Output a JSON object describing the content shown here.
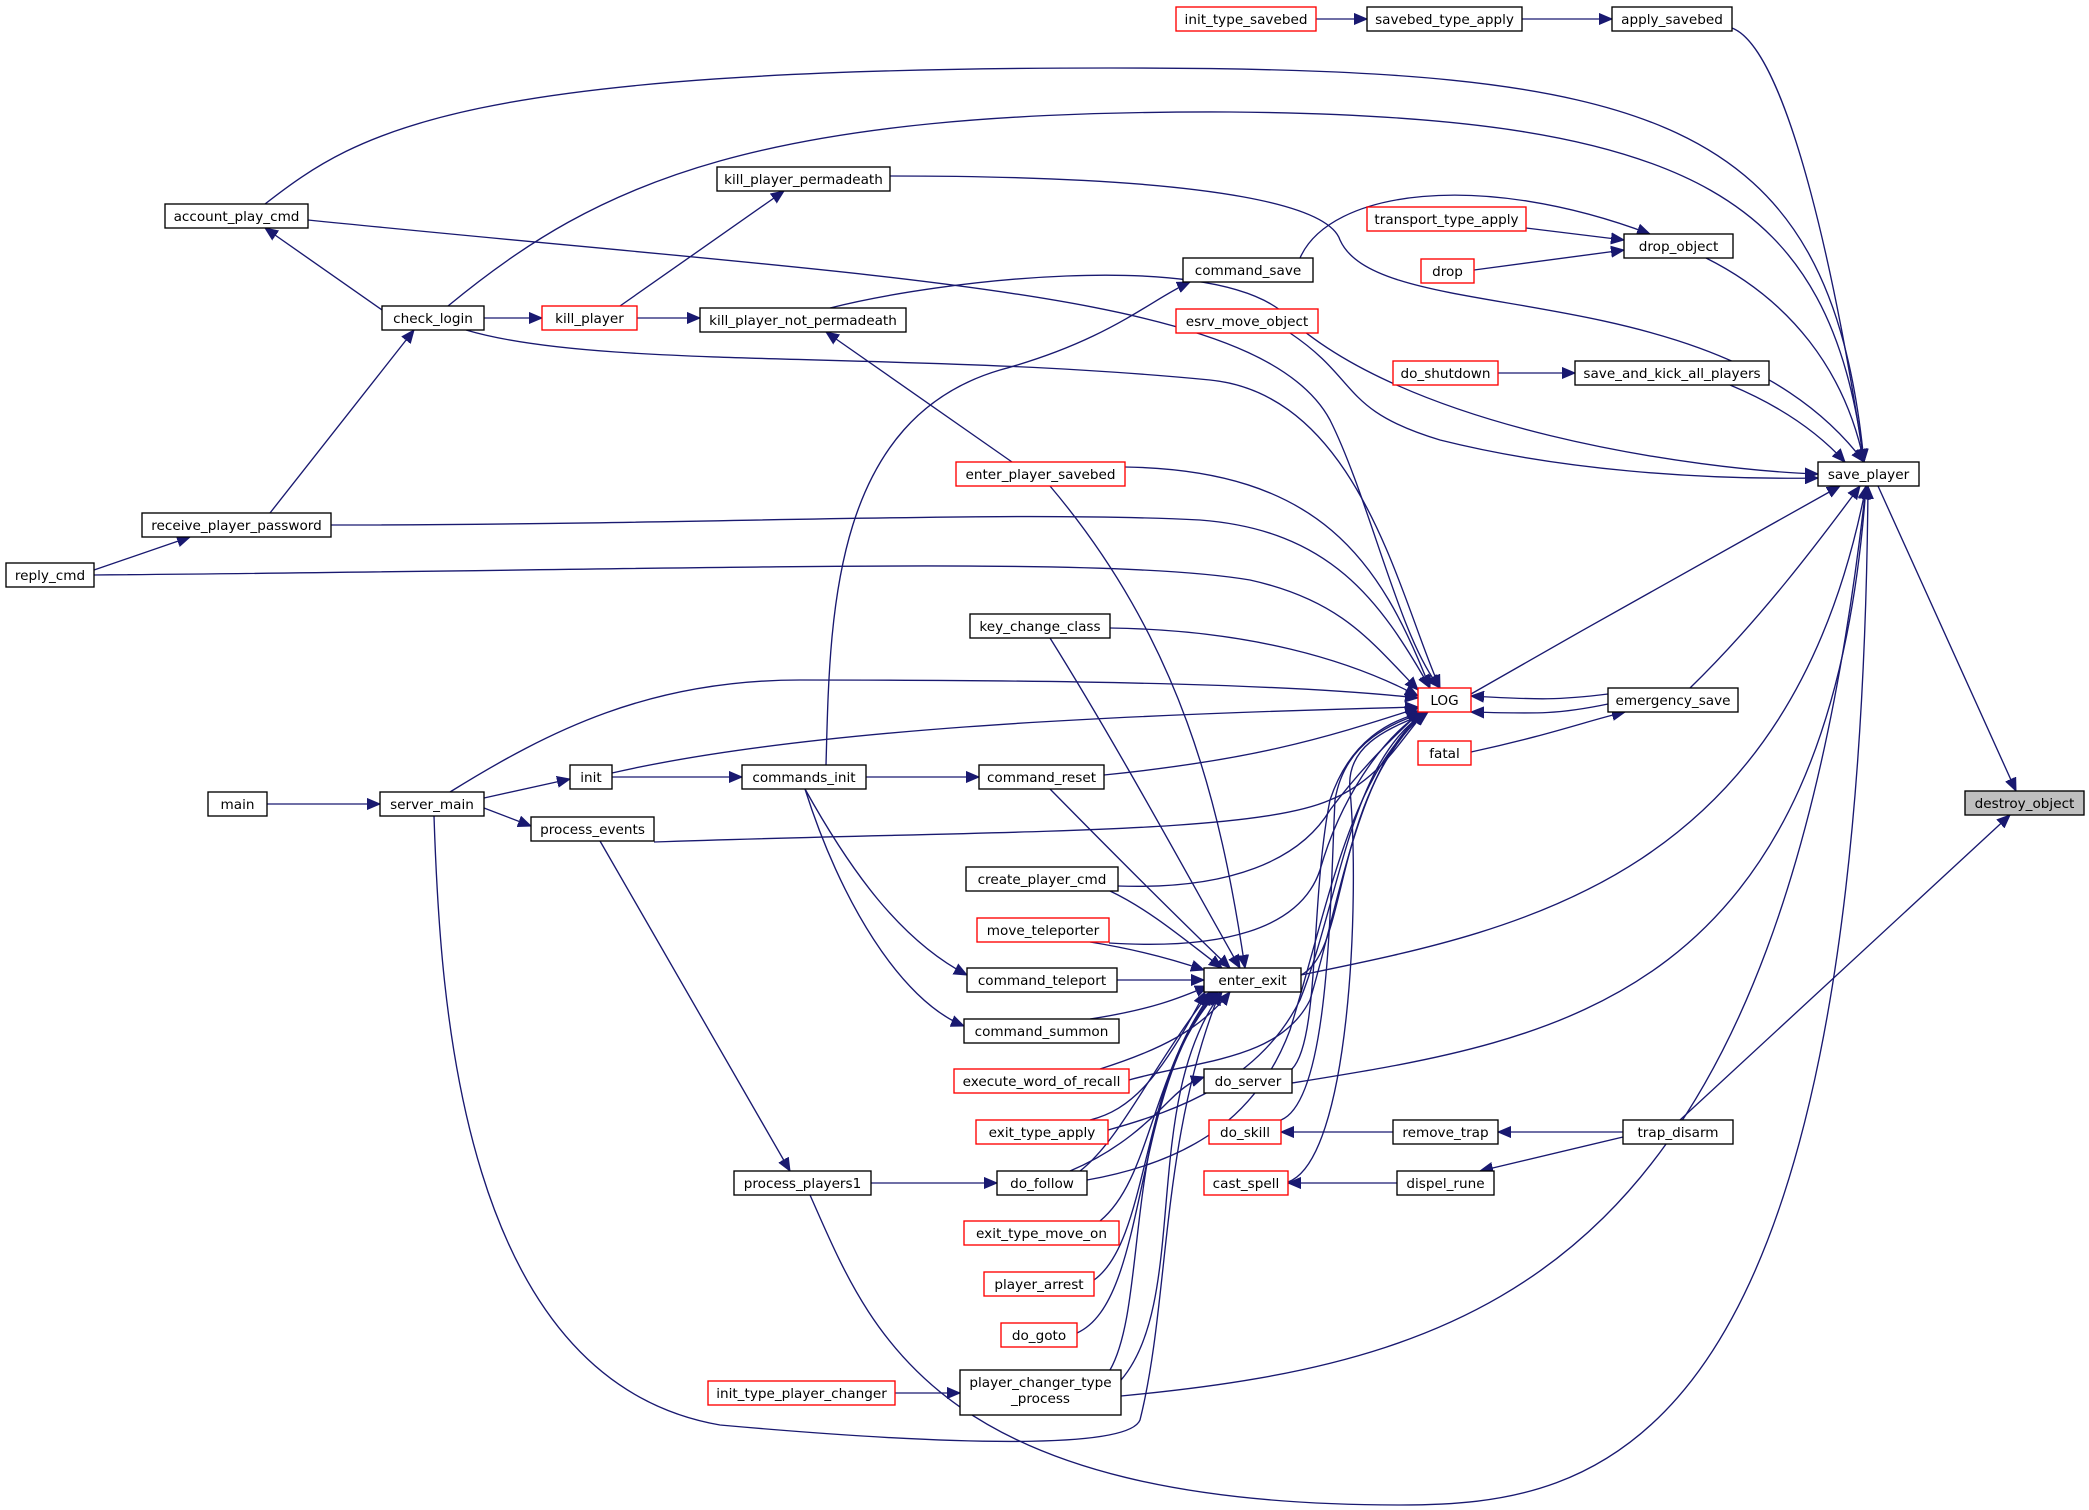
{
  "colors": {
    "edge": "#191970",
    "node_border_normal": "#000000",
    "node_border_truncated": "#ff0000",
    "node_fill": "#ffffff",
    "root_fill": "#bfbfbf",
    "background": "#ffffff"
  },
  "nodes": {
    "init_type_savebed": "init_type_savebed",
    "savebed_type_apply": "savebed_type_apply",
    "apply_savebed": "apply_savebed",
    "account_play_cmd": "account_play_cmd",
    "kill_player_permadeath": "kill_player_permadeath",
    "transport_type_apply": "transport_type_apply",
    "drop_object": "drop_object",
    "drop": "drop",
    "command_save": "command_save",
    "check_login": "check_login",
    "kill_player": "kill_player",
    "kill_player_not_permadeath": "kill_player_not_permadeath",
    "esrv_move_object": "esrv_move_object",
    "do_shutdown": "do_shutdown",
    "save_and_kick_all_players": "save_and_kick_all_players",
    "save_player": "save_player",
    "enter_player_savebed": "enter_player_savebed",
    "receive_player_password": "receive_player_password",
    "reply_cmd": "reply_cmd",
    "key_change_class": "key_change_class",
    "LOG": "LOG",
    "emergency_save": "emergency_save",
    "fatal": "fatal",
    "init": "init",
    "commands_init": "commands_init",
    "command_reset": "command_reset",
    "main": "main",
    "server_main": "server_main",
    "destroy_object": "destroy_object",
    "process_events": "process_events",
    "create_player_cmd": "create_player_cmd",
    "move_teleporter": "move_teleporter",
    "command_teleport": "command_teleport",
    "enter_exit": "enter_exit",
    "command_summon": "command_summon",
    "execute_word_of_recall": "execute_word_of_recall",
    "do_server": "do_server",
    "exit_type_apply": "exit_type_apply",
    "do_skill": "do_skill",
    "remove_trap": "remove_trap",
    "trap_disarm": "trap_disarm",
    "process_players1": "process_players1",
    "do_follow": "do_follow",
    "cast_spell": "cast_spell",
    "dispel_rune": "dispel_rune",
    "exit_type_move_on": "exit_type_move_on",
    "player_arrest": "player_arrest",
    "do_goto": "do_goto",
    "init_type_player_changer": "init_type_player_changer",
    "player_changer_type_process": [
      "player_changer_type",
      "_process"
    ]
  }
}
